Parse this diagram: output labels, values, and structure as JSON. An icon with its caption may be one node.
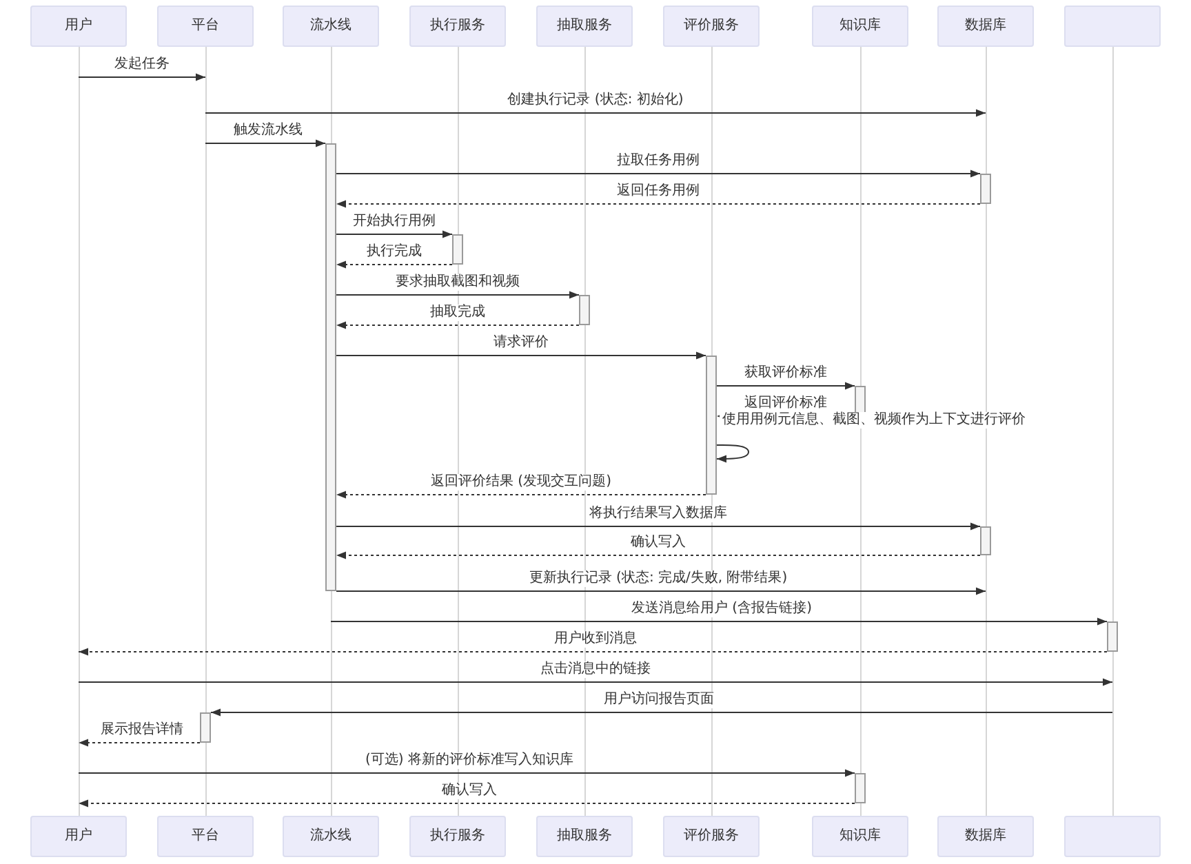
{
  "diagram": {
    "nodes": [
      {
        "text": [
          "用户"
        ]
      },
      {
        "text": [
          "平台"
        ]
      },
      {
        "text": [
          "流水线"
        ]
      },
      {
        "text": [
          "执行服务"
        ]
      },
      {
        "text": [
          "抽取服务"
        ]
      },
      {
        "text": [
          "评价服务"
        ]
      },
      {
        "text": [
          "知识库"
        ]
      },
      {
        "text": [
          "数据库"
        ]
      },
      {
        "text": [],
        "shape": "box"
      },
      {
        "text": [],
        "shape": "line"
      },
      {
        "text": [],
        "shape": "line"
      },
      {
        "text": [],
        "shape": "line"
      },
      {
        "text": [],
        "shape": "line"
      },
      {
        "text": [],
        "shape": "line"
      },
      {
        "text": [],
        "shape": "line"
      },
      {
        "text": [],
        "shape": "line"
      },
      {
        "text": [],
        "shape": "line"
      },
      {
        "text": [],
        "shape": "line"
      },
      {
        "text": [],
        "shape": "bar"
      },
      {
        "text": [],
        "shape": "bar"
      },
      {
        "text": [],
        "shape": "bar"
      },
      {
        "text": [],
        "shape": "bar"
      },
      {
        "text": [],
        "shape": "bar"
      },
      {
        "text": [],
        "shape": "bar"
      },
      {
        "text": [],
        "shape": "bar"
      },
      {
        "text": [],
        "shape": "bar"
      },
      {
        "text": [],
        "shape": "bar"
      },
      {
        "text": [],
        "shape": "bar"
      },
      {
        "text": [
          "用户"
        ]
      },
      {
        "text": [
          "平台"
        ]
      },
      {
        "text": [
          "流水线"
        ]
      },
      {
        "text": [
          "执行服务"
        ]
      },
      {
        "text": [
          "抽取服务"
        ]
      },
      {
        "text": [
          "评价服务"
        ]
      },
      {
        "text": [
          "知识库"
        ]
      },
      {
        "text": [
          "数据库"
        ]
      },
      {
        "text": [],
        "shape": "box"
      }
    ],
    "edges": [
      {
        "from": 9,
        "to": 10,
        "arrow": "to",
        "label": "发起任务"
      },
      {
        "from": 10,
        "to": 16,
        "arrow": "to",
        "label": "创建执行记录 (状态: 初始化)"
      },
      {
        "from": 10,
        "to": 18,
        "arrow": "to",
        "label": "触发流水线"
      },
      {
        "from": 18,
        "to": 19,
        "arrow": "to",
        "label": "拉取任务用例"
      },
      {
        "from": 19,
        "to": 18,
        "arrow": "to",
        "label": "返回任务用例",
        "style": "dashed"
      },
      {
        "from": 18,
        "to": 20,
        "arrow": "to",
        "label": "开始执行用例"
      },
      {
        "from": 20,
        "to": 18,
        "arrow": "to",
        "label": "执行完成",
        "style": "dashed"
      },
      {
        "from": 18,
        "to": 21,
        "arrow": "to",
        "label": "要求抽取截图和视频"
      },
      {
        "from": 21,
        "to": 18,
        "arrow": "to",
        "label": "抽取完成",
        "style": "dashed"
      },
      {
        "from": 18,
        "to": 22,
        "arrow": "to",
        "label": "请求评价"
      },
      {
        "from": 22,
        "to": 23,
        "arrow": "to",
        "label": "获取评价标准"
      },
      {
        "from": 23,
        "to": 22,
        "arrow": "to",
        "label": "返回评价标准",
        "style": "dashed"
      },
      {
        "from": 22,
        "to": 22,
        "arrow": "to",
        "label": "使用用例元信息、截图、视频作为上下文进行评价"
      },
      {
        "from": 22,
        "to": 18,
        "arrow": "to",
        "label": "返回评价结果 (发现交互问题)",
        "style": "dashed"
      },
      {
        "from": 18,
        "to": 24,
        "arrow": "to",
        "label": "将执行结果写入数据库"
      },
      {
        "from": 24,
        "to": 18,
        "arrow": "to",
        "label": "确认写入",
        "style": "dashed"
      },
      {
        "from": 18,
        "to": 16,
        "arrow": "to",
        "label": "更新执行记录 (状态: 完成/失败, 附带结果)"
      },
      {
        "from": 11,
        "to": 25,
        "arrow": "to",
        "label": "发送消息给用户 (含报告链接)"
      },
      {
        "from": 25,
        "to": 9,
        "arrow": "to",
        "label": "用户收到消息",
        "style": "dashed"
      },
      {
        "from": 9,
        "to": 17,
        "arrow": "to",
        "label": "点击消息中的链接"
      },
      {
        "from": 17,
        "to": 26,
        "arrow": "to",
        "label": "用户访问报告页面"
      },
      {
        "from": 26,
        "to": 9,
        "arrow": "to",
        "label": "展示报告详情",
        "style": "dashed"
      },
      {
        "from": 9,
        "to": 27,
        "arrow": "to",
        "label": "(可选) 将新的评价标准写入知识库"
      },
      {
        "from": 27,
        "to": 9,
        "arrow": "to",
        "label": "确认写入",
        "style": "dashed"
      }
    ]
  }
}
